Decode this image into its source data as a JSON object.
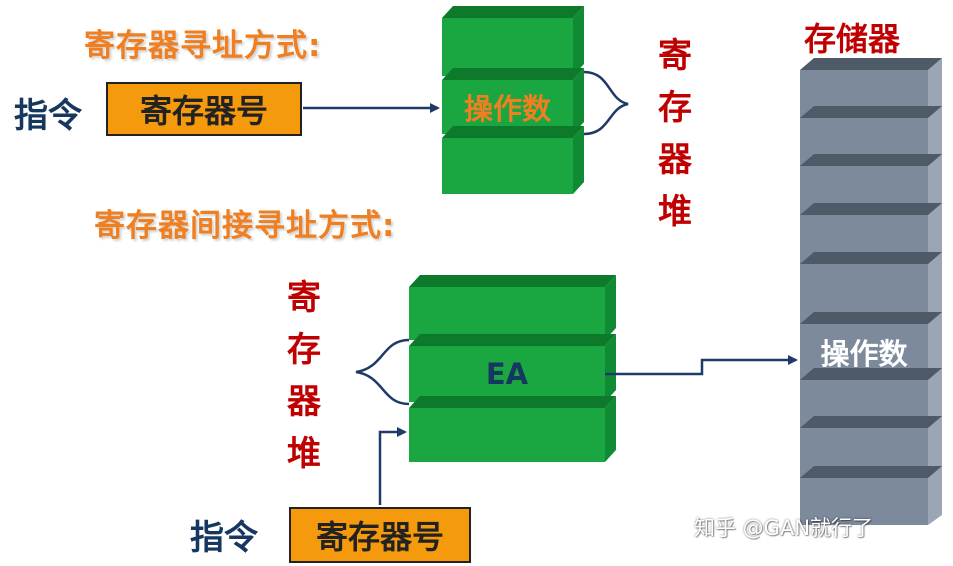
{
  "top": {
    "heading": "寄存器寻址方式:",
    "instruction_label": "指令",
    "register_box": "寄存器号",
    "operand": "操作数",
    "stack_label": "寄存器堆"
  },
  "bottom": {
    "heading": "寄存器间接寻址方式:",
    "instruction_label": "指令",
    "register_box": "寄存器号",
    "operand": "EA",
    "stack_label": "寄存器堆"
  },
  "memory": {
    "title": "存储器",
    "operand": "操作数"
  },
  "watermark": "知乎 @GAN就行了",
  "colors": {
    "heading": "#ef7f20",
    "stack_label": "#c00000",
    "instruction_label": "#16375f",
    "register_box": "#f59a0c",
    "block_front": "#1aa640",
    "block_top": "#0d7a2b",
    "block_side": "#108a33",
    "memory_front": "#7d8a9c",
    "memory_top": "#4f5a69",
    "memory_side": "#9aa6b6",
    "arrow": "#1f3a68",
    "top_operand_text": "#ef7f20",
    "bottom_operand_text": "#16375f"
  }
}
